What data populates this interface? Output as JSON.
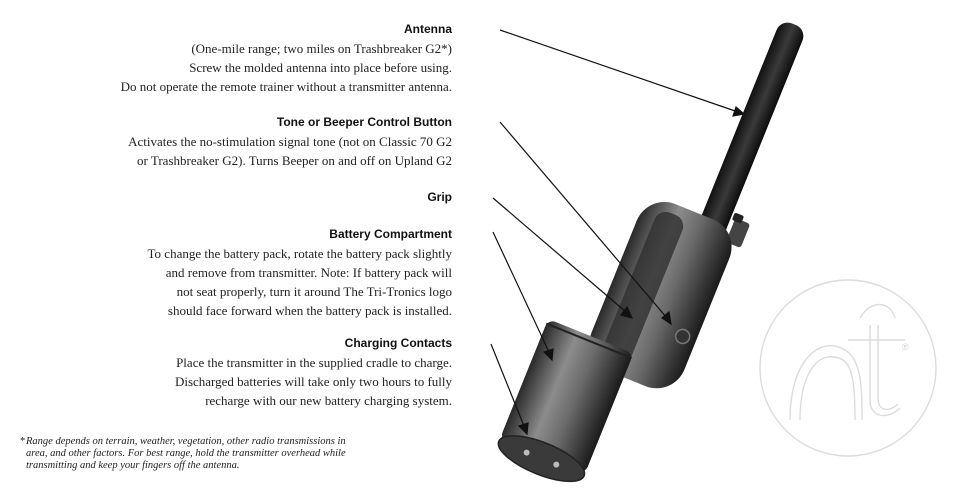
{
  "sections": [
    {
      "heading": "Antenna",
      "lines": [
        "(One-mile range; two miles on Trashbreaker G2*)",
        "Screw the molded antenna into place before using.",
        "Do not operate the remote trainer without a transmitter antenna."
      ]
    },
    {
      "heading": "Tone or Beeper Control Button",
      "lines": [
        "Activates the no-stimulation signal tone (not on Classic 70 G2",
        "or Trashbreaker G2). Turns Beeper on and off on Upland G2"
      ]
    },
    {
      "heading": "Grip",
      "lines": []
    },
    {
      "heading": "Battery Compartment",
      "lines": [
        "To change the battery pack, rotate the battery pack slightly",
        "and remove from transmitter. Note: If battery pack will",
        "not seat properly, turn it around The Tri-Tronics logo",
        "should face forward when the battery pack is installed."
      ]
    },
    {
      "heading": "Charging Contacts",
      "lines": [
        "Place the transmitter in the supplied cradle to charge.",
        "Discharged batteries will take only two hours to fully",
        "recharge with our new battery charging system."
      ]
    }
  ],
  "footnote": {
    "marker": "*",
    "lines": [
      "Range depends on terrain, weather, vegetation, other radio transmissions in",
      "area, and other factors. For best range, hold the transmitter overhead while",
      "transmitting and keep your fingers off the antenna."
    ]
  },
  "logo": {
    "mark": "®"
  },
  "colors": {
    "device_dark": "#1c1c1c",
    "device_mid": "#5a5a5a",
    "device_light": "#9a9a9a",
    "logo_line": "#dedede"
  }
}
